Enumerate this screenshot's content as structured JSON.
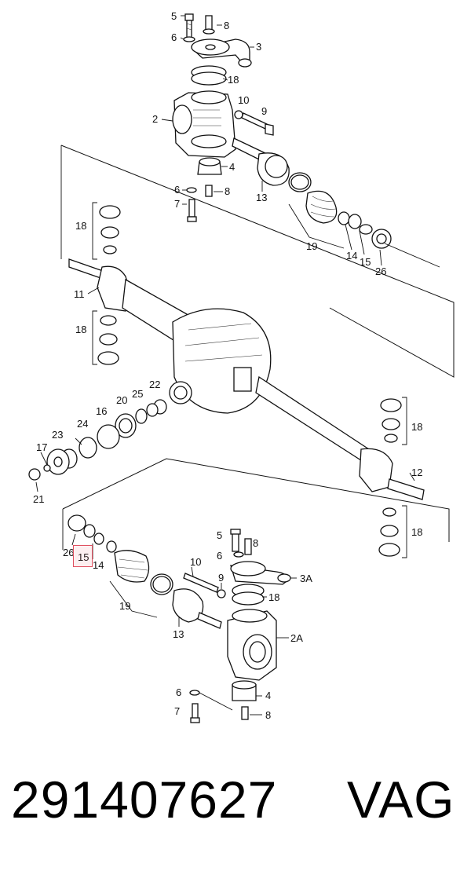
{
  "diagram": {
    "part_labels": {
      "top_5": "5",
      "top_8": "8",
      "top_6": "6",
      "top_3": "3",
      "top_18": "18",
      "top_10": "10",
      "top_9": "9",
      "top_2": "2",
      "top_4": "4",
      "top_6b": "6",
      "top_8b": "8",
      "top_7": "7",
      "top_13": "13",
      "top_19": "19",
      "top_14": "14",
      "top_15": "15",
      "top_26": "26",
      "left_18a": "18",
      "left_11": "11",
      "left_18b": "18",
      "diff_22": "22",
      "diff_25": "25",
      "diff_20": "20",
      "diff_16": "16",
      "diff_24": "24",
      "diff_23": "23",
      "diff_17": "17",
      "diff_21": "21",
      "right_18a": "18",
      "right_12": "12",
      "right_18b": "18",
      "bot_26": "26",
      "bot_15": "15",
      "bot_14": "14",
      "bot_19": "19",
      "bot_10": "10",
      "bot_9": "9",
      "bot_13": "13",
      "bot_5": "5",
      "bot_8": "8",
      "bot_6": "6",
      "bot_3a": "3A",
      "bot_18": "18",
      "bot_2a": "2A",
      "bot_6b": "6",
      "bot_4": "4",
      "bot_7": "7",
      "bot_8b": "8"
    },
    "highlighted_part": "15"
  },
  "footer": {
    "part_number": "291407627",
    "brand": "VAG"
  }
}
